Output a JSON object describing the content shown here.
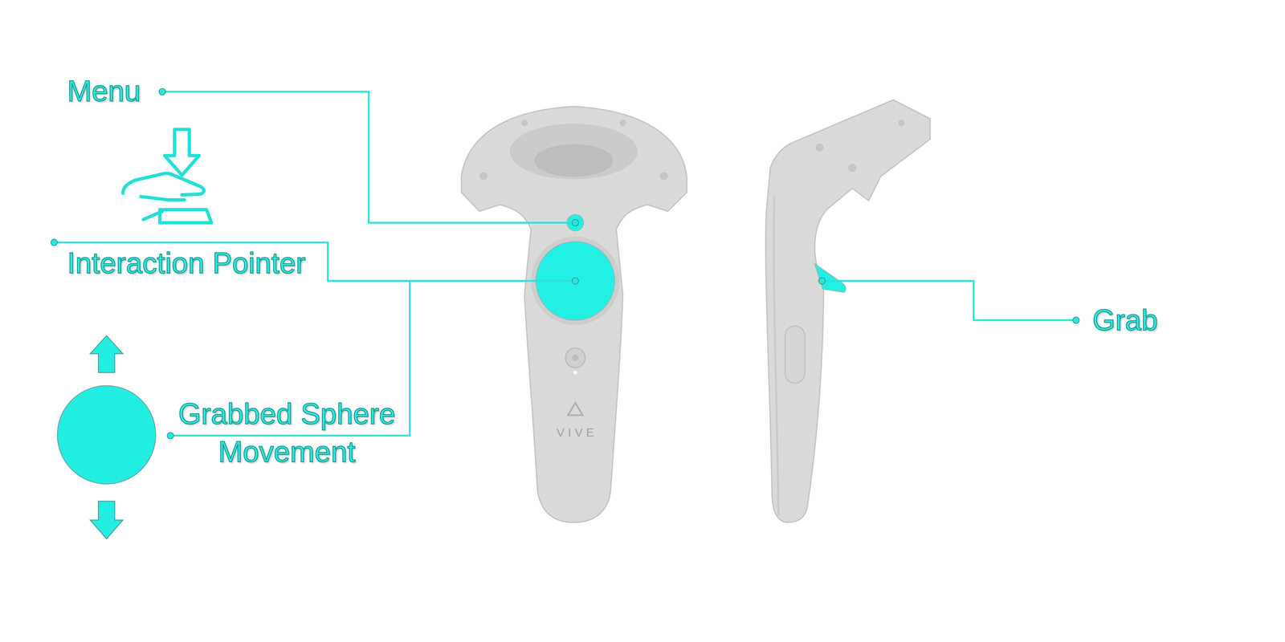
{
  "diagram": {
    "labels": [
      "Menu",
      "Interaction Pointer",
      "Grabbed Sphere Movement",
      "Grab",
      "VIVE"
    ]
  }
}
